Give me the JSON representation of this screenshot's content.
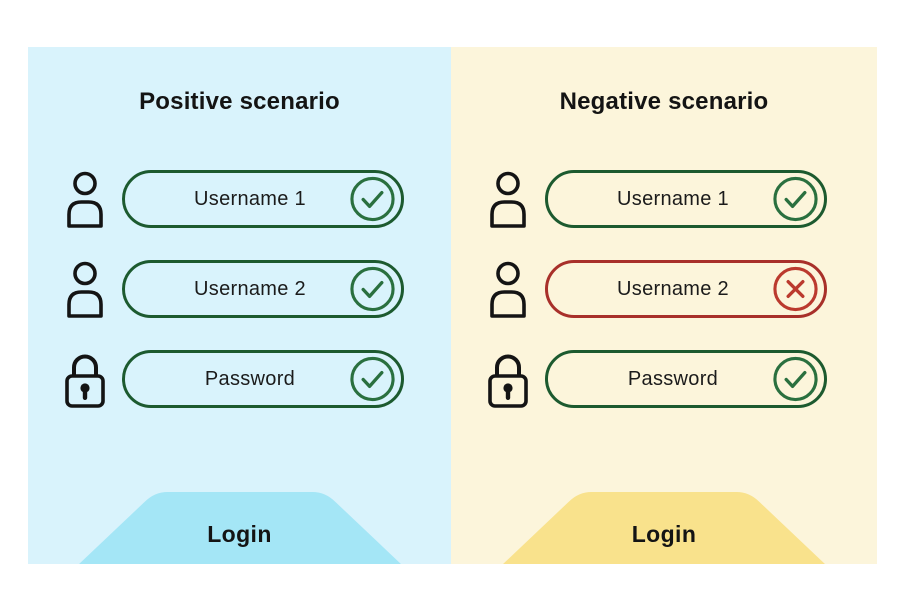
{
  "panels": {
    "positive": {
      "title": "Positive scenario",
      "background": "#d9f3fc",
      "button_color": "#a4e6f6",
      "login_label": "Login",
      "fields": [
        {
          "label": "Username 1",
          "icon": "user-icon",
          "status": "valid",
          "status_icon": "check-icon"
        },
        {
          "label": "Username 2",
          "icon": "user-icon",
          "status": "valid",
          "status_icon": "check-icon"
        },
        {
          "label": "Password",
          "icon": "lock-icon",
          "status": "valid",
          "status_icon": "check-icon"
        }
      ]
    },
    "negative": {
      "title": "Negative scenario",
      "background": "#fcf5db",
      "button_color": "#f9e28c",
      "login_label": "Login",
      "fields": [
        {
          "label": "Username 1",
          "icon": "user-icon",
          "status": "valid",
          "status_icon": "check-icon"
        },
        {
          "label": "Username 2",
          "icon": "user-icon",
          "status": "invalid",
          "status_icon": "cross-icon"
        },
        {
          "label": "Password",
          "icon": "lock-icon",
          "status": "valid",
          "status_icon": "check-icon"
        }
      ]
    }
  },
  "colors": {
    "canvas": "#ffffff",
    "valid_border": "#1c5a2f",
    "valid_icon": "#2a703f",
    "invalid_border": "#a8302a",
    "invalid_icon": "#bb3a2e",
    "text": "#141414"
  }
}
